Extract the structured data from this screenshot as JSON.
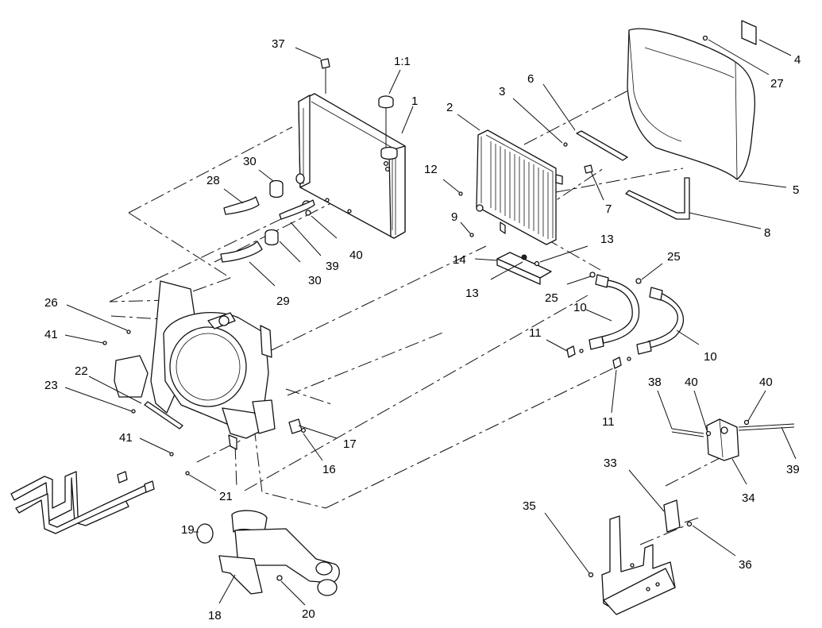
{
  "callouts": [
    {
      "id": "c37",
      "text": "37"
    },
    {
      "id": "c1_1",
      "text": "1:1"
    },
    {
      "id": "c1",
      "text": "1"
    },
    {
      "id": "c2",
      "text": "2"
    },
    {
      "id": "c3",
      "text": "3"
    },
    {
      "id": "c6",
      "text": "6"
    },
    {
      "id": "c4",
      "text": "4"
    },
    {
      "id": "c27",
      "text": "27"
    },
    {
      "id": "c5",
      "text": "5"
    },
    {
      "id": "c8",
      "text": "8"
    },
    {
      "id": "c7",
      "text": "7"
    },
    {
      "id": "c12",
      "text": "12"
    },
    {
      "id": "c9",
      "text": "9"
    },
    {
      "id": "c28",
      "text": "28"
    },
    {
      "id": "c30a",
      "text": "30"
    },
    {
      "id": "c30b",
      "text": "30"
    },
    {
      "id": "c40a",
      "text": "40"
    },
    {
      "id": "c39a",
      "text": "39"
    },
    {
      "id": "c29",
      "text": "29"
    },
    {
      "id": "c14",
      "text": "14"
    },
    {
      "id": "c13a",
      "text": "13"
    },
    {
      "id": "c13b",
      "text": "13"
    },
    {
      "id": "c25a",
      "text": "25"
    },
    {
      "id": "c25b",
      "text": "25"
    },
    {
      "id": "c10a",
      "text": "10"
    },
    {
      "id": "c10b",
      "text": "10"
    },
    {
      "id": "c11a",
      "text": "11"
    },
    {
      "id": "c11b",
      "text": "11"
    },
    {
      "id": "c26",
      "text": "26"
    },
    {
      "id": "c41a",
      "text": "41"
    },
    {
      "id": "c22",
      "text": "22"
    },
    {
      "id": "c23",
      "text": "23"
    },
    {
      "id": "c17",
      "text": "17"
    },
    {
      "id": "c16",
      "text": "16"
    },
    {
      "id": "c41b",
      "text": "41"
    },
    {
      "id": "c21",
      "text": "21"
    },
    {
      "id": "c19",
      "text": "19"
    },
    {
      "id": "c18",
      "text": "18"
    },
    {
      "id": "c20",
      "text": "20"
    },
    {
      "id": "c38",
      "text": "38"
    },
    {
      "id": "c40b",
      "text": "40"
    },
    {
      "id": "c40c",
      "text": "40"
    },
    {
      "id": "c39b",
      "text": "39"
    },
    {
      "id": "c34",
      "text": "34"
    },
    {
      "id": "c33",
      "text": "33"
    },
    {
      "id": "c35",
      "text": "35"
    },
    {
      "id": "c36",
      "text": "36"
    }
  ]
}
